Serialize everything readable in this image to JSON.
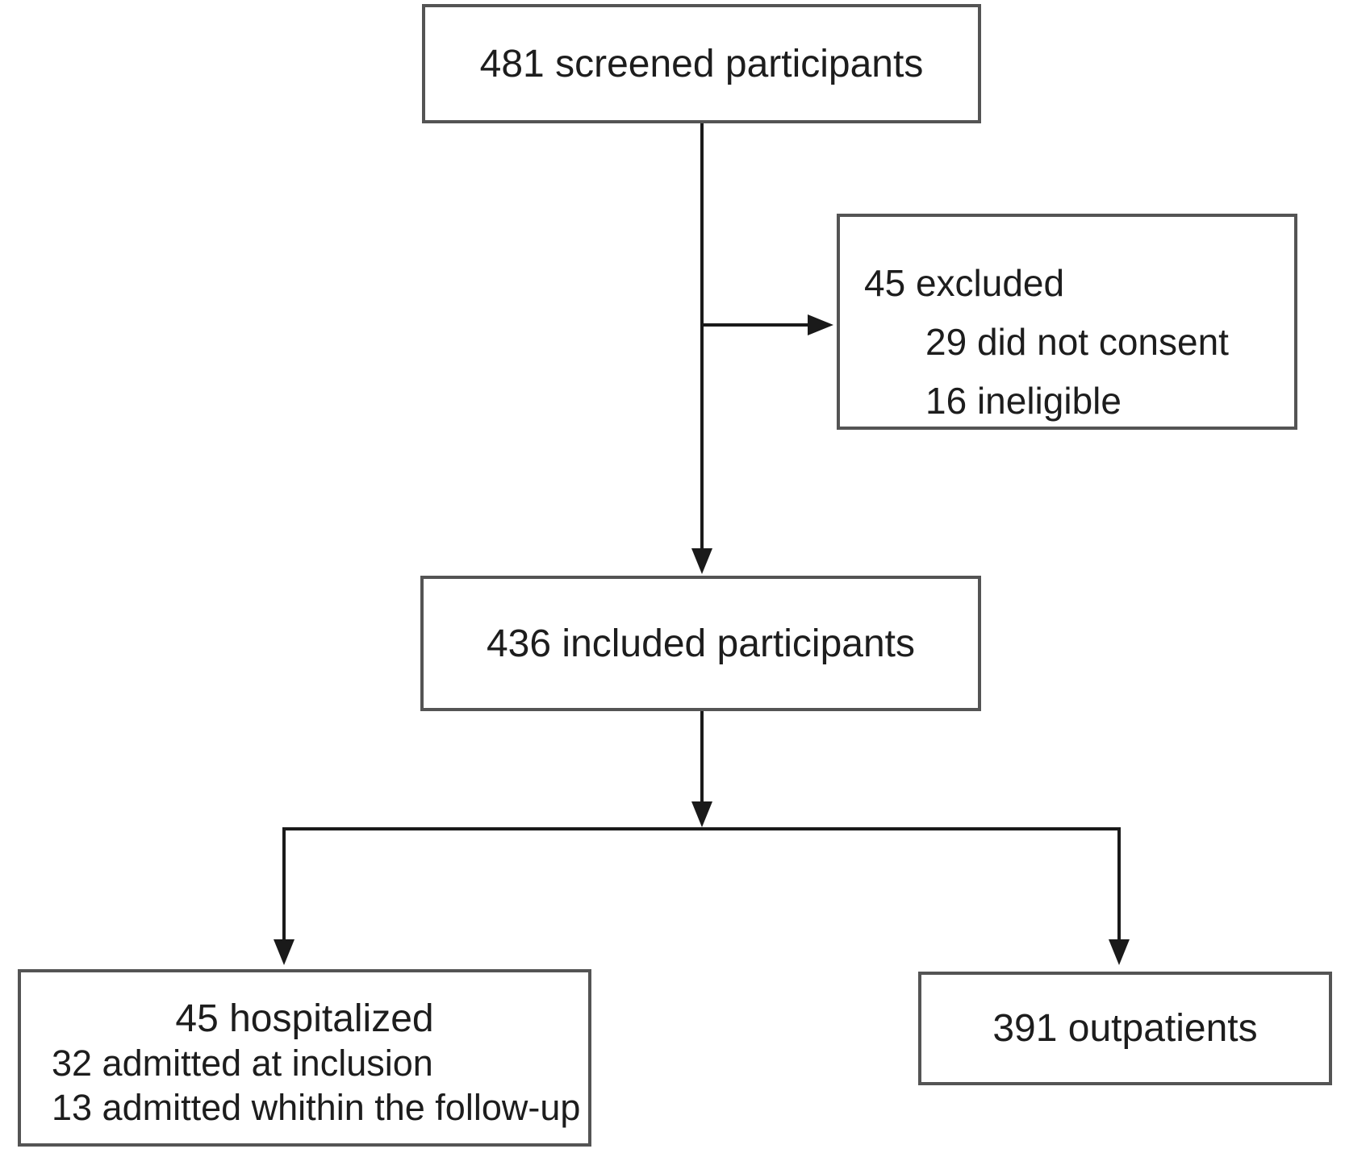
{
  "diagram": {
    "kind": "participant-flow-chart",
    "background_color": "#ffffff",
    "box_border_color": "#545454",
    "connector_color": "#1a1a1a",
    "text_color": "#1d1d1d",
    "nodes": {
      "screened": {
        "label": "481 screened participants"
      },
      "excluded": {
        "lines": [
          "45 excluded",
          "29 did not consent",
          "16 ineligible"
        ]
      },
      "included": {
        "label": "436 included participants"
      },
      "hospitalized": {
        "lines": [
          "45 hospitalized",
          "32 admitted at inclusion",
          "13 admitted whithin the follow-up"
        ]
      },
      "outpatients": {
        "label": "391 outpatients"
      }
    },
    "edges": [
      {
        "from": "screened",
        "to": "included",
        "style": "arrow-down"
      },
      {
        "from": "screened",
        "to": "excluded",
        "style": "arrow-right-branch"
      },
      {
        "from": "included",
        "to": "hospitalized",
        "style": "arrow-down-split"
      },
      {
        "from": "included",
        "to": "outpatients",
        "style": "arrow-down-split"
      }
    ]
  }
}
